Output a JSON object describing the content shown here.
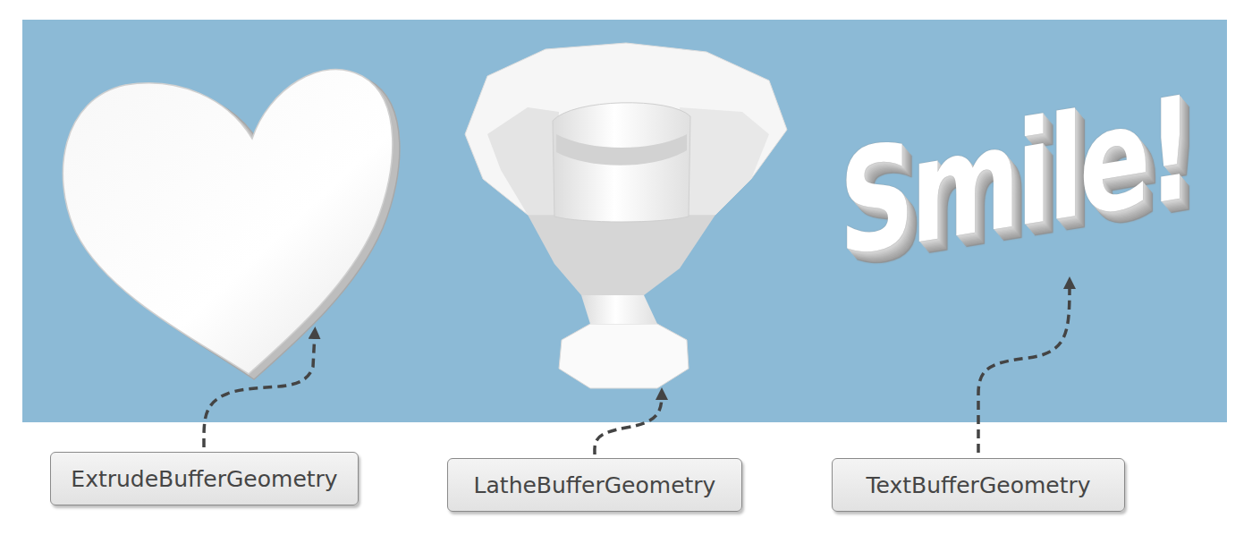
{
  "diagram": {
    "nodes": [
      {
        "text": [
          "ExtrudeBufferGeometry"
        ]
      },
      {
        "text": [
          "LatheBufferGeometry"
        ]
      },
      {
        "text": [
          "TextBufferGeometry"
        ]
      }
    ],
    "labels": [
      "Smile!"
    ]
  }
}
